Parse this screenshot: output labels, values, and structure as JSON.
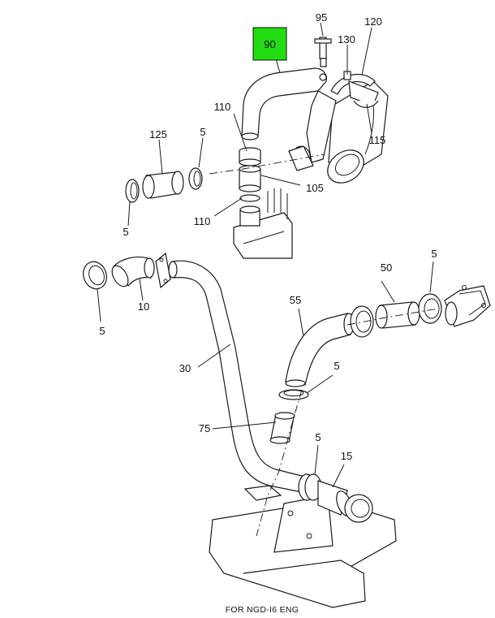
{
  "highlight_color": "#22dd11",
  "highlighted_callout": "90",
  "callouts": {
    "c90": "90",
    "c95": "95",
    "c120": "120",
    "c130": "130",
    "c110a": "110",
    "c125": "125",
    "c5a": "5",
    "c115": "115",
    "c105": "105",
    "c5b": "5",
    "c110b": "110",
    "c5c": "5",
    "c10": "10",
    "c50": "50",
    "c5d": "5",
    "c55": "55",
    "c30": "30",
    "c5e": "5",
    "c75": "75",
    "c5f": "5",
    "c15": "15"
  },
  "caption": "FOR NGD-I6 ENG"
}
